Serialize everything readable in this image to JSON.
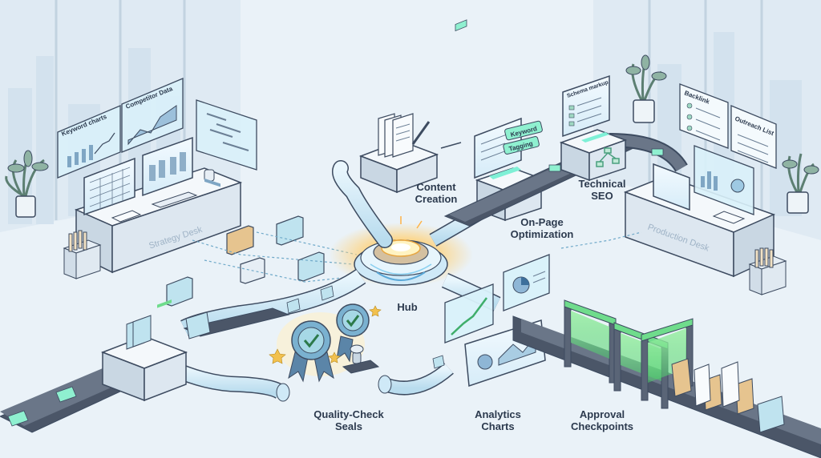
{
  "labels": {
    "hub": "Hub",
    "content_creation": [
      "Content",
      "Creation"
    ],
    "on_page": [
      "On-Page",
      "Optimization"
    ],
    "technical_seo": [
      "Technical",
      "SEO"
    ],
    "quality_check": [
      "Quality-Check",
      "Seals"
    ],
    "analytics": [
      "Analytics",
      "Charts"
    ],
    "approval": [
      "Approval",
      "Checkpoints"
    ]
  },
  "desk_labels": {
    "strategy": "Strategy Desk",
    "production": "Production Desk"
  },
  "panel_labels": {
    "keyword_charts": "Keyword charts",
    "competitor_data": "Competitor Data",
    "schema_markup": "Schema markup",
    "backlink": "Backlink",
    "outreach_list": "Outreach List",
    "keyword_tag": "Keyword",
    "tagging_tag": "Tagging"
  },
  "colors": {
    "background": "#eaf2f8",
    "line": "#3d4b60",
    "glass": "#cfe9f7",
    "glow": "#7ff0d6",
    "accent_green": "#6fdc8c",
    "gold": "#f2c14e",
    "folder": "#e6c48f"
  }
}
